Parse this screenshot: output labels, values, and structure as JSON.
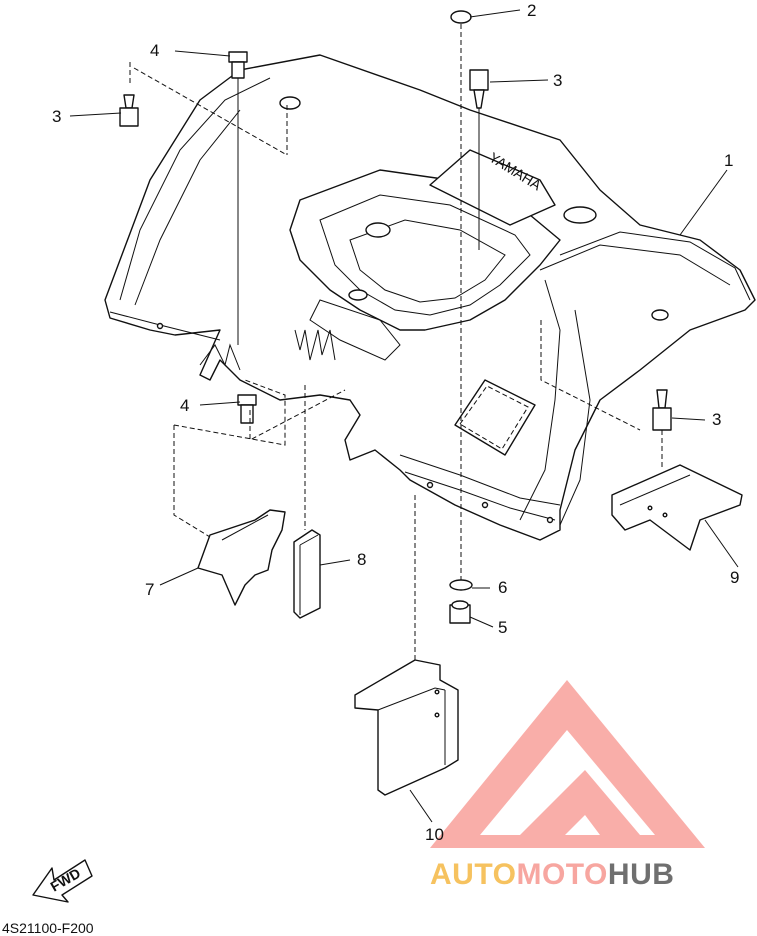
{
  "diagram": {
    "callouts": [
      "1",
      "2",
      "3",
      "3",
      "3",
      "4",
      "4",
      "5",
      "6",
      "7",
      "8",
      "9",
      "10"
    ],
    "drawing_code": "4S21100-F200",
    "fwd_mark": "FWD",
    "emboss": "YAMAHA"
  },
  "watermark": {
    "part1": "AUTO",
    "part2": "MOTO",
    "part3": "HUB",
    "colors": {
      "auto": "#f6c25f",
      "moto": "#f7a6a0",
      "hub": "#6f6f6f",
      "logo": "#f8a5a0"
    }
  }
}
